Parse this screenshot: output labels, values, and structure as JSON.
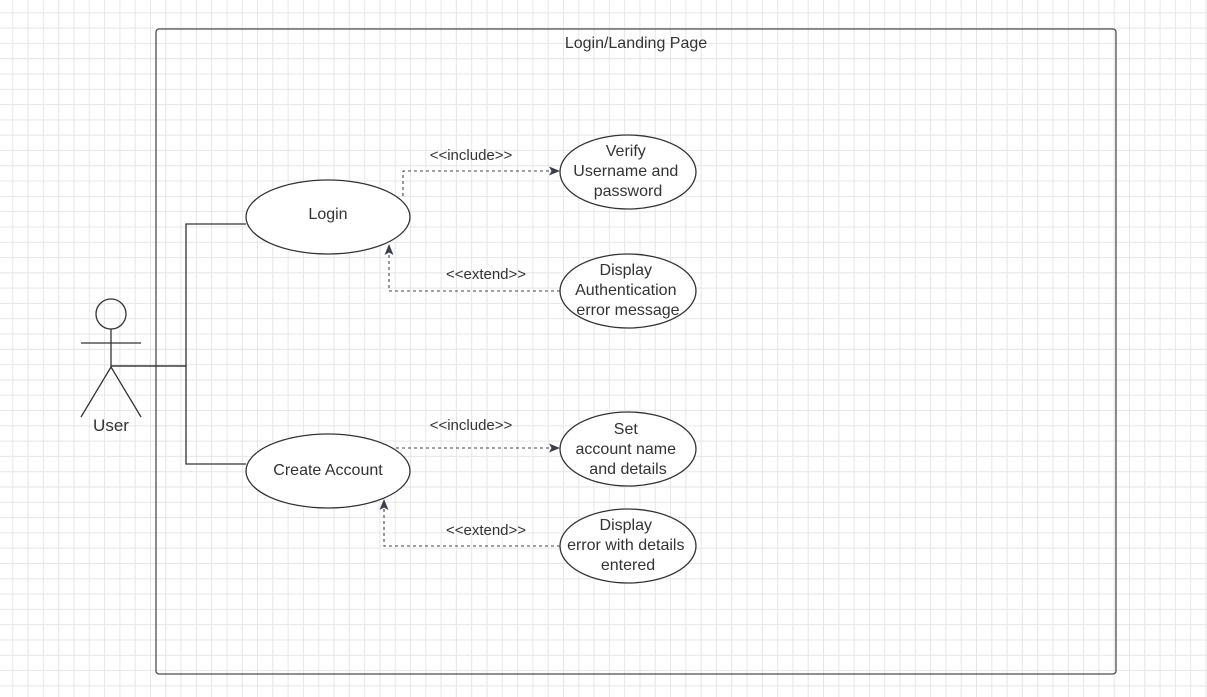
{
  "boundary": {
    "title": "Login/Landing Page"
  },
  "actor": {
    "label": "User"
  },
  "use_cases": {
    "login": {
      "lines": [
        "Login"
      ]
    },
    "verify": {
      "lines": [
        "Verify",
        "Username and",
        "password"
      ]
    },
    "display_auth": {
      "lines": [
        "Display",
        "Authentication",
        "error message"
      ]
    },
    "create_account": {
      "lines": [
        "Create Account"
      ]
    },
    "set_account": {
      "lines": [
        "Set",
        "account name",
        "and details"
      ]
    },
    "display_details": {
      "lines": [
        "Display",
        "error with details",
        "entered"
      ]
    }
  },
  "relations": {
    "include_1": "<<include>>",
    "extend_1": "<<extend>>",
    "include_2": "<<include>>",
    "extend_2": "<<extend>>"
  }
}
